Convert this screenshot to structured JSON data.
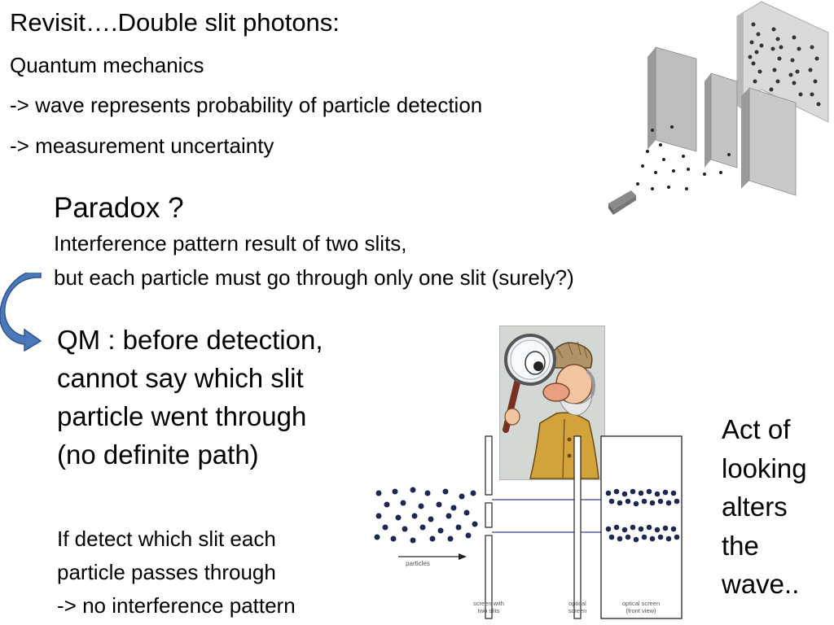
{
  "slide": {
    "title": "Revisit….Double slit photons:",
    "bullets": [
      "Quantum mechanics",
      "-> wave represents probability of particle detection",
      "-> measurement uncertainty"
    ],
    "paradox": {
      "heading": "Paradox ?",
      "lines": [
        "Interference pattern result of two slits,",
        "but each particle must go through only one slit (surely?)"
      ]
    },
    "qm": [
      "QM : before detection,",
      "cannot say which slit",
      "particle went  through",
      "(no definite path)"
    ],
    "detect": [
      "If  detect which slit each",
      "particle passes through",
      "-> no interference pattern"
    ],
    "act": [
      "Act of",
      "looking",
      "alters",
      "the",
      "wave.."
    ]
  },
  "diagram": {
    "arrow_label": "particles",
    "screen_two_slits": [
      "screen with",
      "two slits"
    ],
    "optical_screen": [
      "optical",
      "screen"
    ],
    "optical_screen_front": [
      "optical screen",
      "(front view)"
    ]
  },
  "icons": [
    "curved-arrow-icon",
    "double-slit-3d-illustration",
    "detective-magnifier-illustration"
  ],
  "colors": {
    "arrow_fill": "#4a78b8",
    "dot": "#1c2850",
    "beam_line": "#3a3aa0"
  }
}
